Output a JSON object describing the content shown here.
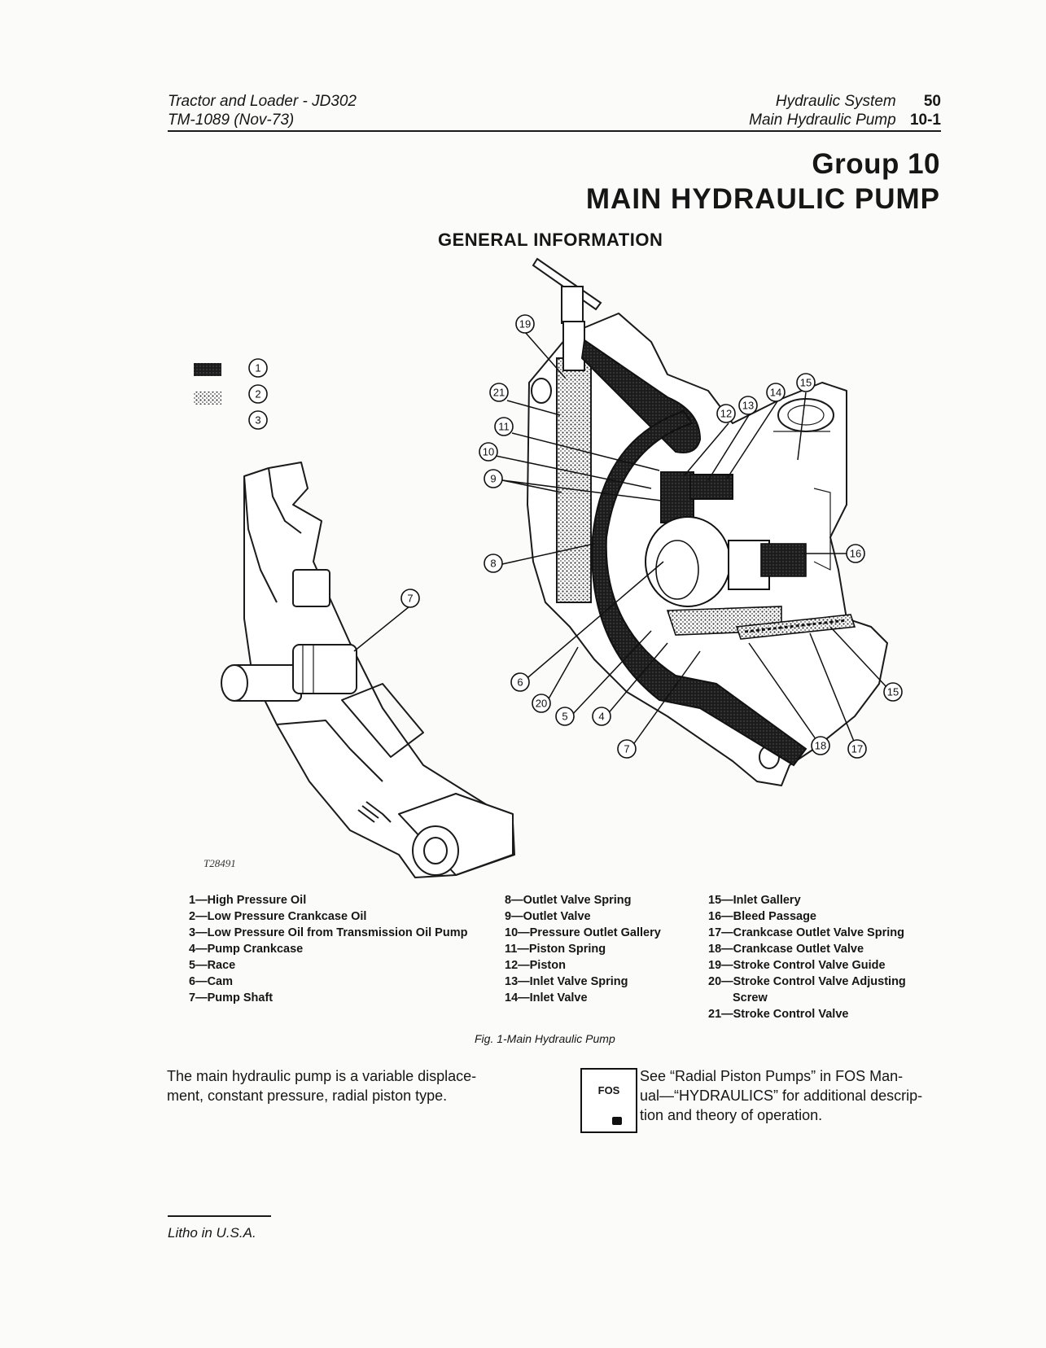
{
  "header": {
    "left_line1": "Tractor and Loader - JD302",
    "left_line2": "TM-1089   (Nov-73)",
    "right_line1": "Hydraulic System",
    "right_num1": "50",
    "right_line2": "Main Hydraulic Pump",
    "right_num2": "10-1"
  },
  "title": {
    "group": "Group 10",
    "main": "MAIN HYDRAULIC PUMP"
  },
  "section_heading": "GENERAL INFORMATION",
  "figure": {
    "legend_key": [
      "1",
      "2",
      "3"
    ],
    "callouts": [
      "1",
      "2",
      "3",
      "4",
      "5",
      "6",
      "7",
      "8",
      "9",
      "10",
      "11",
      "12",
      "13",
      "14",
      "15",
      "16",
      "17",
      "18",
      "19",
      "20",
      "21"
    ],
    "image_code": "T28491",
    "caption": "Fig. 1-Main Hydraulic Pump"
  },
  "legend": {
    "col1": [
      "1—High Pressure Oil",
      "2—Low Pressure Crankcase Oil",
      "3—Low Pressure Oil from Transmission Oil Pump",
      "4—Pump Crankcase",
      "5—Race",
      "6—Cam",
      "7—Pump Shaft"
    ],
    "col2": [
      "8—Outlet Valve Spring",
      "9—Outlet Valve",
      "10—Pressure Outlet Gallery",
      "11—Piston Spring",
      "12—Piston",
      "13—Inlet Valve Spring",
      "14—Inlet Valve"
    ],
    "col3": [
      "15—Inlet Gallery",
      "16—Bleed Passage",
      "17—Crankcase Outlet Valve Spring",
      "18—Crankcase Outlet Valve",
      "19—Stroke Control Valve Guide",
      "20—Stroke Control Valve Adjusting",
      "Screw",
      "21—Stroke Control Valve"
    ]
  },
  "body": {
    "left_para": "The main hydraulic pump is a variable displace-ment, constant pressure, radial piston type.",
    "left_line1": "The main hydraulic pump is a variable displace-",
    "left_line2": "ment, constant pressure, radial piston type.",
    "fos_label": "FOS",
    "right_line1": "See “Radial Piston Pumps” in FOS Man-",
    "right_line2": "ual—“HYDRAULICS” for additional descrip-",
    "right_line3": "tion and theory of operation."
  },
  "footer": {
    "text": "Litho in U.S.A."
  }
}
